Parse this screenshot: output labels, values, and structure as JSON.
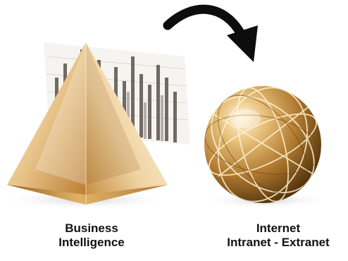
{
  "captions": {
    "left": {
      "line1": "Business",
      "line2": "Intelligence"
    },
    "right": {
      "line1": "Internet",
      "line2": "Intranet - Extranet"
    }
  },
  "illustrations": {
    "left": "crystal-pyramid-with-bar-chart",
    "right": "golden-sphere-with-meridian-lines",
    "connector": "curved-arrow-icon"
  },
  "colors": {
    "gold_light": "#f6dfae",
    "gold_mid": "#c9953c",
    "gold_dark": "#6e4510",
    "arrow": "#0d0d0d",
    "background": "#ffffff"
  }
}
